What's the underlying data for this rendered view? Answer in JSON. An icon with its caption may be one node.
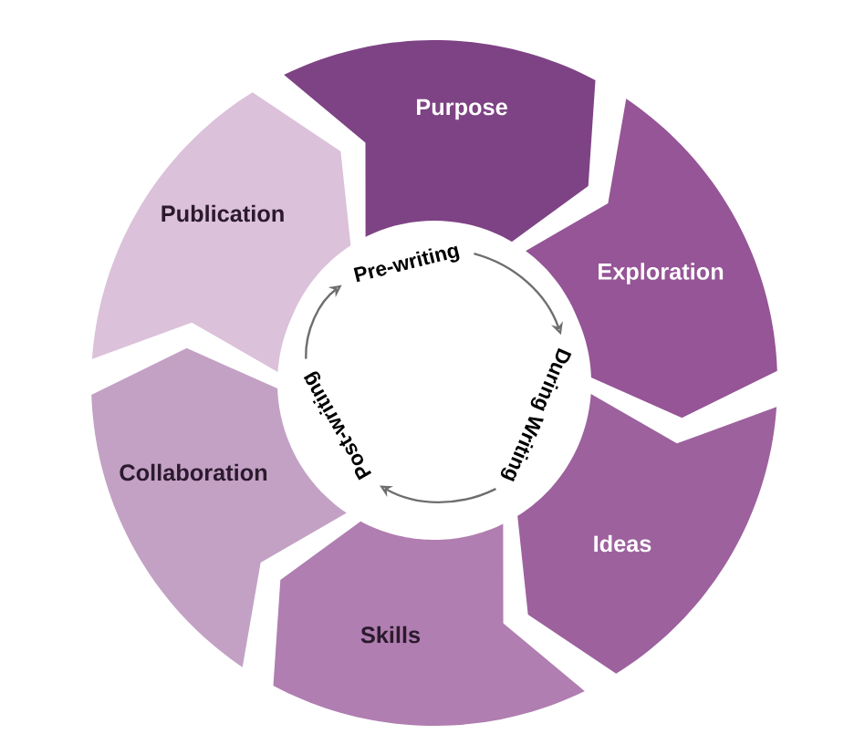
{
  "diagram": {
    "nodes": [
      {
        "text": [
          "Purpose"
        ]
      },
      {
        "text": [
          "Exploration"
        ]
      },
      {
        "text": [
          "Ideas"
        ]
      },
      {
        "text": [
          "Skills"
        ]
      },
      {
        "text": [
          "Collaboration"
        ]
      },
      {
        "text": [
          "Publication"
        ]
      },
      {
        "text": [
          "Pre-writing"
        ]
      },
      {
        "text": [
          "During Writing"
        ]
      },
      {
        "text": [
          "Post-writing"
        ]
      }
    ],
    "edges": [
      {
        "from": 6,
        "to": 7,
        "arrow": "to"
      },
      {
        "from": 7,
        "to": 8,
        "arrow": "to"
      },
      {
        "from": 8,
        "to": 6,
        "arrow": "to"
      }
    ]
  }
}
